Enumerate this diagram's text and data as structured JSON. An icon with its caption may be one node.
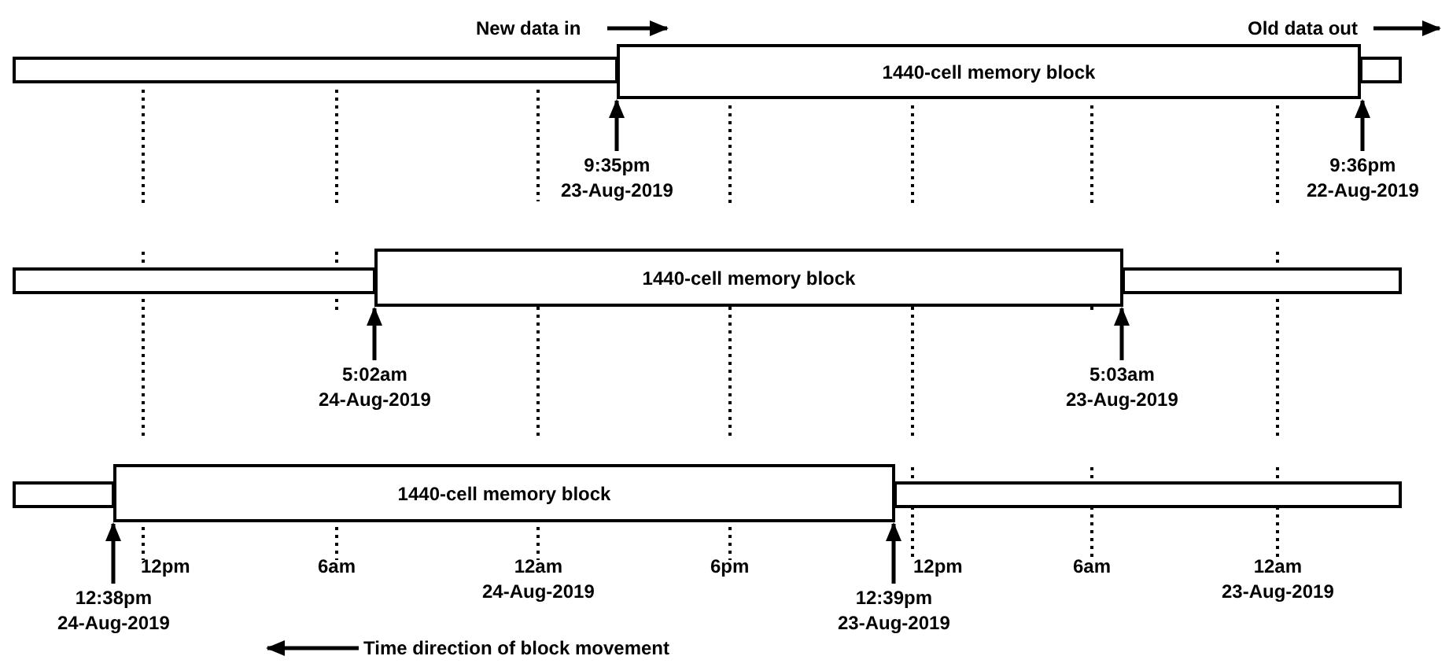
{
  "diagram": {
    "nodes": [
      {
        "text": [],
        "shape": "bar"
      },
      {
        "text": [
          "1440-cell memory block"
        ]
      },
      {
        "text": [],
        "shape": "bar"
      },
      {
        "text": [
          "9:35pm 23-Aug-2019"
        ]
      },
      {
        "text": [
          "9:36pm 22-Aug-2019"
        ]
      },
      {
        "text": [],
        "shape": "bar"
      },
      {
        "text": [
          "1440-cell memory block"
        ]
      },
      {
        "text": [],
        "shape": "bar"
      },
      {
        "text": [
          "5:02am 24-Aug-2019"
        ]
      },
      {
        "text": [
          "5:03am 23-Aug-2019"
        ]
      },
      {
        "text": [],
        "shape": "bar"
      },
      {
        "text": [
          "1440-cell memory block"
        ]
      },
      {
        "text": [],
        "shape": "bar"
      },
      {
        "text": [
          "12:38pm 24-Aug-2019"
        ]
      },
      {
        "text": [
          "12:39pm 23-Aug-2019"
        ]
      }
    ],
    "edges": [
      {
        "from": 3,
        "to": 1,
        "arrow": "to"
      },
      {
        "from": 4,
        "to": 1,
        "arrow": "to"
      },
      {
        "from": 8,
        "to": 6,
        "arrow": "to"
      },
      {
        "from": 9,
        "to": 6,
        "arrow": "to"
      },
      {
        "from": 13,
        "to": 11,
        "arrow": "to"
      },
      {
        "from": 14,
        "to": 11,
        "arrow": "to"
      }
    ],
    "labels": [
      "New data in",
      "Old data out",
      "12pm",
      "6am",
      "12am 24-Aug-2019",
      "6pm",
      "12pm",
      "6am",
      "12am 23-Aug-2019",
      "Time direction of block movement"
    ]
  }
}
